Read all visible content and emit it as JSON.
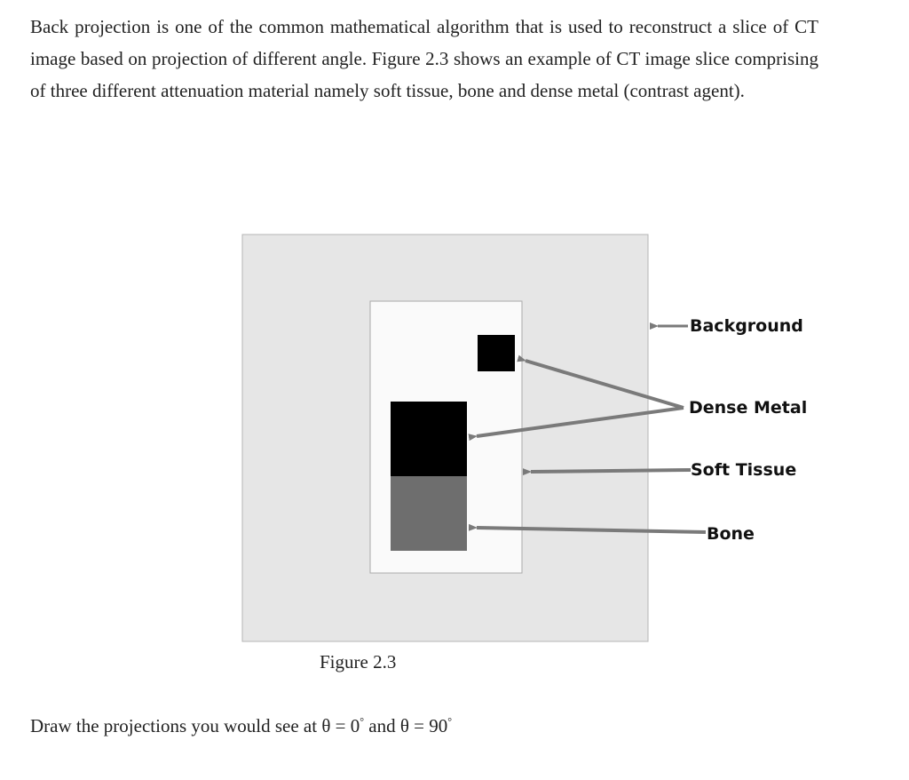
{
  "intro_text": "Back projection is one of the common mathematical algorithm that is used to reconstruct a slice of CT image based on projection of different angle. Figure 2.3 shows an example of CT image slice comprising of three different attenuation material namely soft tissue, bone and dense metal (contrast agent).",
  "figure": {
    "labels": {
      "background": "Background",
      "dense_metal": "Dense Metal",
      "soft_tissue": "Soft Tissue",
      "bone": "Bone"
    },
    "colors": {
      "background": "#e6e6e6",
      "soft_tissue": "#fafafa",
      "dense_metal": "#000000",
      "bone": "#6e6e6e",
      "arrow": "#7a7a7a"
    },
    "caption": "Figure 2.3"
  },
  "question": {
    "prefix": "Draw the projections you would see at θ = 0",
    "degree_1": "°",
    "middle": " and θ = 90",
    "degree_2": "°"
  }
}
